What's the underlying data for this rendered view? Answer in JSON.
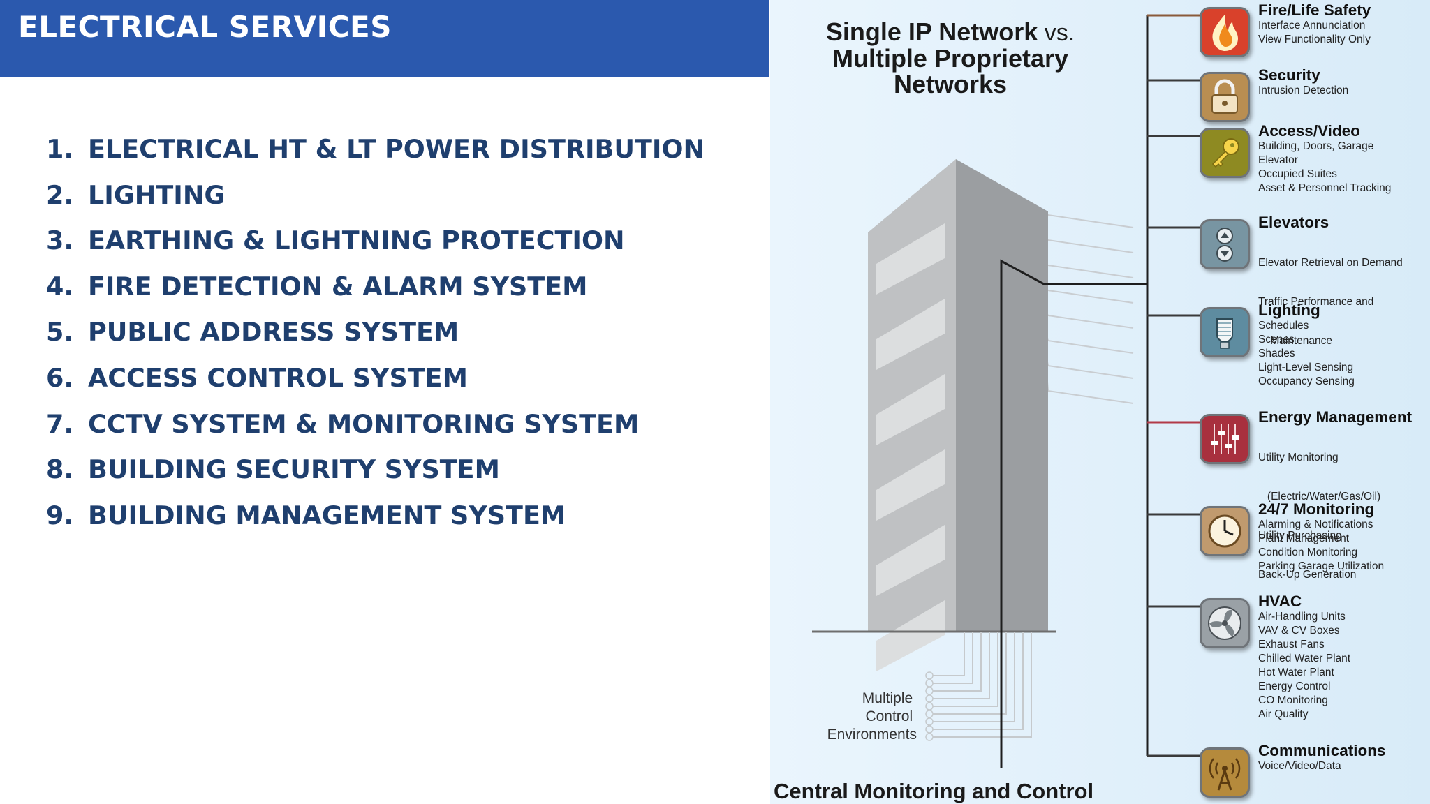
{
  "header": {
    "title": "ELECTRICAL SERVICES"
  },
  "services": [
    {
      "num": "1.",
      "label": "ELECTRICAL HT & LT POWER DISTRIBUTION"
    },
    {
      "num": "2.",
      "label": "LIGHTING"
    },
    {
      "num": "3.",
      "label": "EARTHING & LIGHTNING PROTECTION"
    },
    {
      "num": "4.",
      "label": "FIRE DETECTION & ALARM SYSTEM"
    },
    {
      "num": "5.",
      "label": "PUBLIC ADDRESS SYSTEM"
    },
    {
      "num": "6.",
      "label": "ACCESS CONTROL SYSTEM"
    },
    {
      "num": "7.",
      "label": "CCTV SYSTEM & MONITORING SYSTEM"
    },
    {
      "num": "8.",
      "label": "BUILDING SECURITY SYSTEM"
    },
    {
      "num": "9.",
      "label": "BUILDING MANAGEMENT SYSTEM"
    }
  ],
  "diagram": {
    "title_line1": "Single IP Network",
    "title_vs": " vs.",
    "title_line2": "Multiple Proprietary",
    "title_line3": "Networks",
    "bottom_label": "Central Monitoring and Control",
    "env_lines": [
      "Multiple",
      "Control",
      "Environments"
    ],
    "systems": [
      {
        "name": "Fire/Life Safety",
        "icon": "flame-icon",
        "color": "#d9412b",
        "details": [
          "Interface Annunciation",
          "View Functionality Only"
        ]
      },
      {
        "name": "Security",
        "icon": "padlock-icon",
        "color": "#b98e52",
        "details": [
          "Intrusion Detection"
        ]
      },
      {
        "name": "Access/Video",
        "icon": "key-icon",
        "color": "#8e8a22",
        "details": [
          "Building, Doors, Garage",
          "Elevator",
          "Occupied Suites",
          "Asset & Personnel Tracking"
        ]
      },
      {
        "name": "Elevators",
        "icon": "elevator-arrows-icon",
        "color": "#7895a2",
        "details": [
          "Elevator Retrieval on Demand",
          "Traffic Performance and",
          "    Maintenance"
        ]
      },
      {
        "name": "Lighting",
        "icon": "lightbulb-icon",
        "color": "#5e8ca0",
        "details": [
          "Schedules",
          "Scenes",
          "Shades",
          "Light-Level Sensing",
          "Occupancy Sensing"
        ]
      },
      {
        "name": "Energy Management",
        "icon": "sliders-icon",
        "color": "#a8303e",
        "details": [
          "Utility Monitoring",
          "   (Electric/Water/Gas/Oil)",
          "Utility Purchasing",
          "Back-Up Generation"
        ]
      },
      {
        "name": "24/7 Monitoring",
        "icon": "clock-icon",
        "color": "#c09a6e",
        "details": [
          "Alarming & Notifications",
          "Plant Management",
          "Condition Monitoring",
          "Parking Garage Utilization"
        ]
      },
      {
        "name": "HVAC",
        "icon": "fan-icon",
        "color": "#9aa1a6",
        "details": [
          "Air-Handling Units",
          "VAV & CV Boxes",
          "Exhaust Fans",
          "Chilled Water Plant",
          "Hot Water Plant",
          "Energy Control",
          "CO Monitoring",
          "Air Quality"
        ]
      },
      {
        "name": "Communications",
        "icon": "antenna-icon",
        "color": "#b58a3c",
        "details": [
          "Voice/Video/Data"
        ]
      }
    ]
  }
}
